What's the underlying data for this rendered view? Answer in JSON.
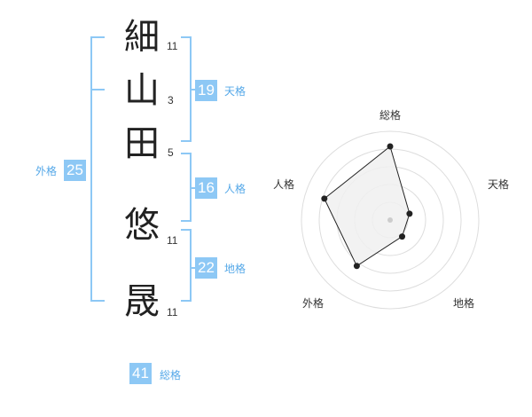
{
  "name_chars": [
    {
      "char": "細",
      "strokes": "11"
    },
    {
      "char": "山",
      "strokes": "3"
    },
    {
      "char": "田",
      "strokes": "5"
    },
    {
      "char": "悠",
      "strokes": "11"
    },
    {
      "char": "晟",
      "strokes": "11"
    }
  ],
  "fortunes": {
    "tenkaku": {
      "value": "19",
      "label": "天格"
    },
    "jinkaku": {
      "value": "16",
      "label": "人格"
    },
    "chikaku": {
      "value": "22",
      "label": "地格"
    },
    "gaikaku": {
      "value": "25",
      "label": "外格"
    },
    "soukaku": {
      "value": "41",
      "label": "総格"
    }
  },
  "chart_data": {
    "type": "radar",
    "axes": [
      "総格",
      "天格",
      "地格",
      "外格",
      "人格"
    ],
    "values": [
      0.83,
      0.23,
      0.23,
      0.64,
      0.78
    ],
    "colors": {
      "fill": "#f0f0f0",
      "stroke": "#222222",
      "rings": "#dddddd",
      "center": "#cccccc"
    }
  }
}
